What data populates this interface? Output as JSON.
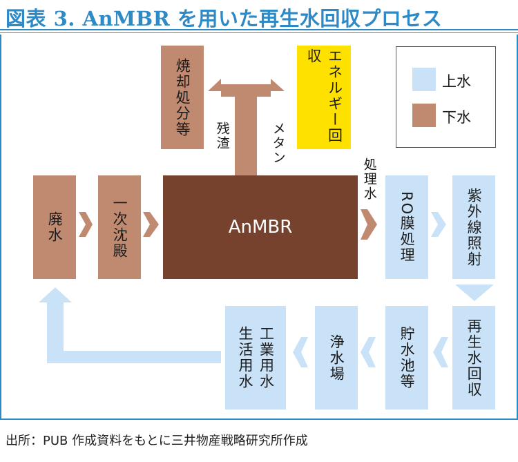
{
  "title": "図表 3. AnMBR を用いた再生水回収プロセス",
  "source": "出所：PUB 作成資料をもとに三井物産戦略研究所作成",
  "legend": {
    "upper": "上水",
    "lower": "下水"
  },
  "colors": {
    "upper": "#c9e2f7",
    "lower": "#c08a70",
    "anmbr": "#77422d",
    "energy": "#ffe100",
    "accent": "#2e8ac6"
  },
  "boxes": {
    "wastewater": "廃水",
    "primary_settling": "一次沈殿",
    "anmbr": "AnMBR",
    "incineration": "焼却処分等",
    "energy_recovery": "エネルギー回収",
    "ro": "RO膜処理",
    "uv": "紫外線照射",
    "reclaimed": "再生水回収",
    "storage": "貯水池等",
    "purification": "浄水場",
    "use": [
      "生活用水",
      "工業用水"
    ]
  },
  "labels": {
    "residue": "残渣",
    "methane": "メタン",
    "treated": "処理水"
  }
}
